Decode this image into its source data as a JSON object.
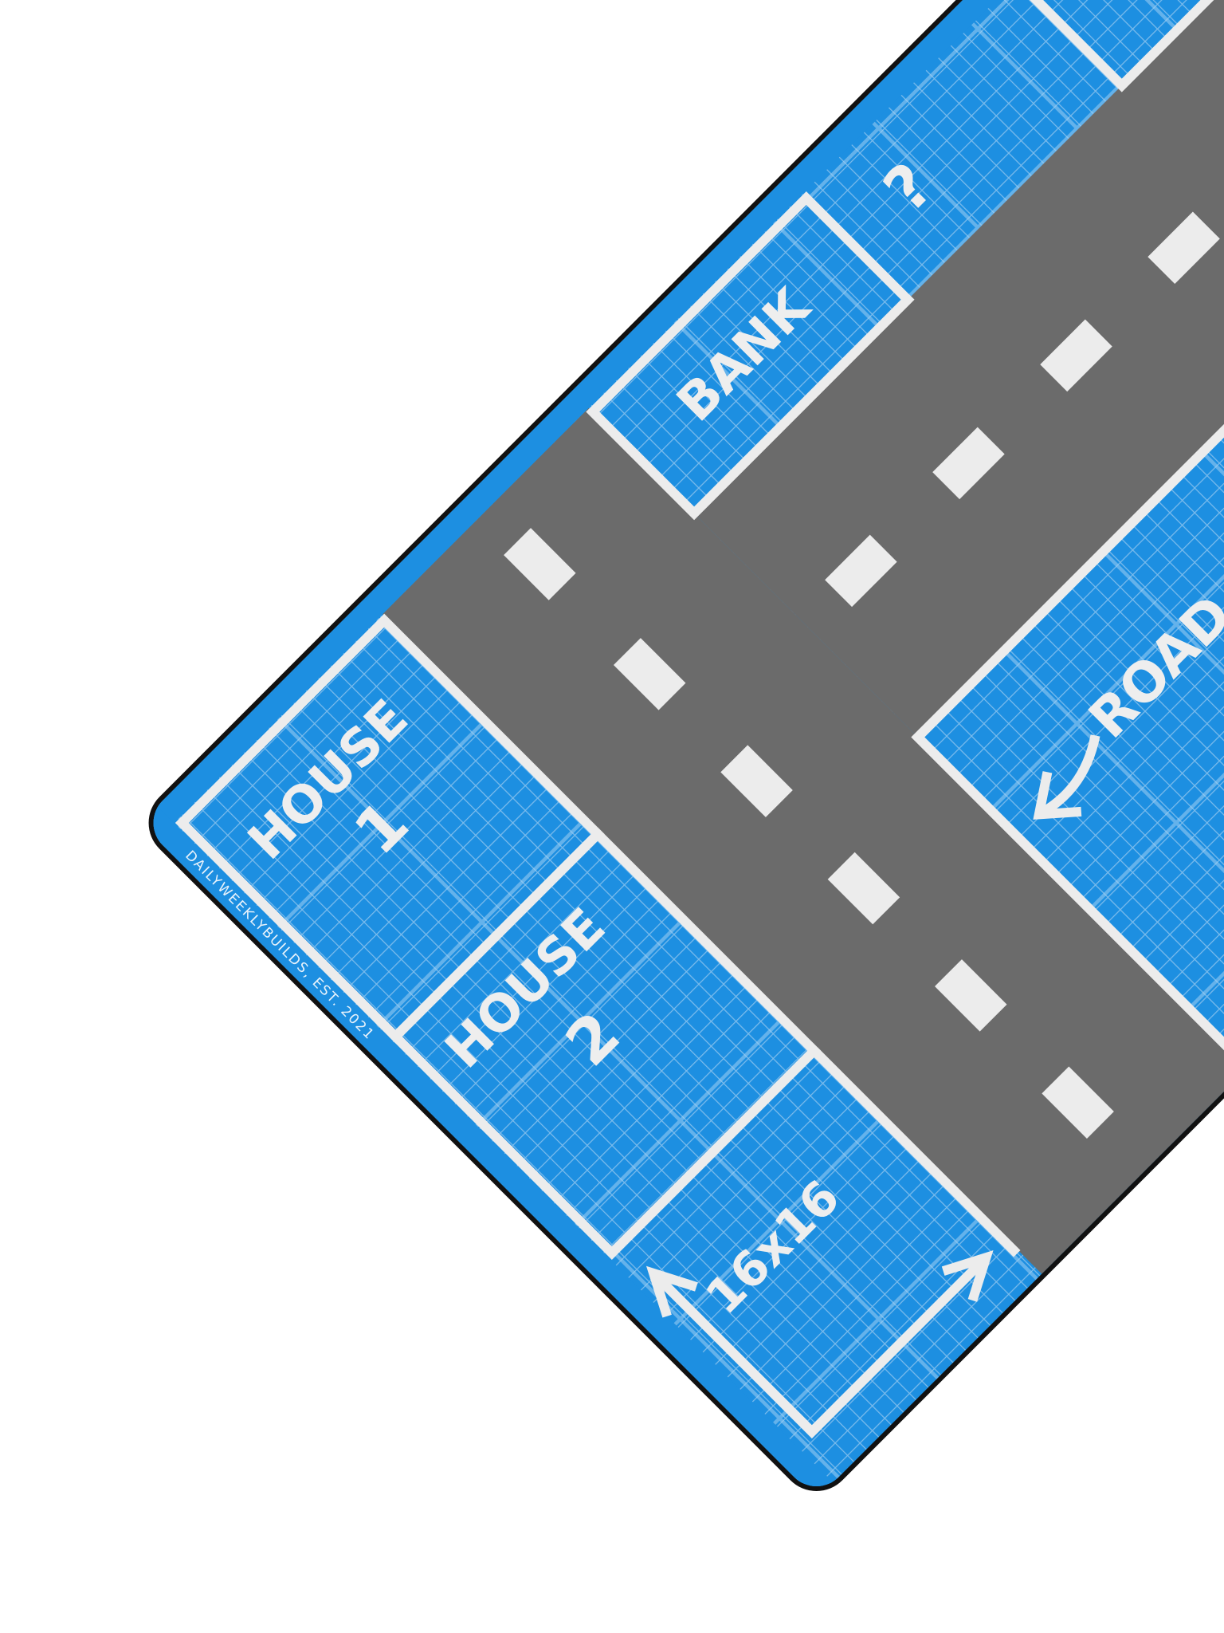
{
  "mat": {
    "brand_text": "DAILYWEEKLYBUILDS, EST. 2021",
    "labels": {
      "house1": [
        "HOUSE",
        "1"
      ],
      "house2": [
        "HOUSE",
        "2"
      ],
      "bank": "BANK",
      "mystery": "?",
      "size": "16x16",
      "road": "ROAD"
    },
    "colors": {
      "blueprint": "#1d8fe1",
      "grid_line": "#7cbcec",
      "road": "#6b6b6b",
      "marking": "#ececec",
      "edge": "#111111"
    }
  }
}
